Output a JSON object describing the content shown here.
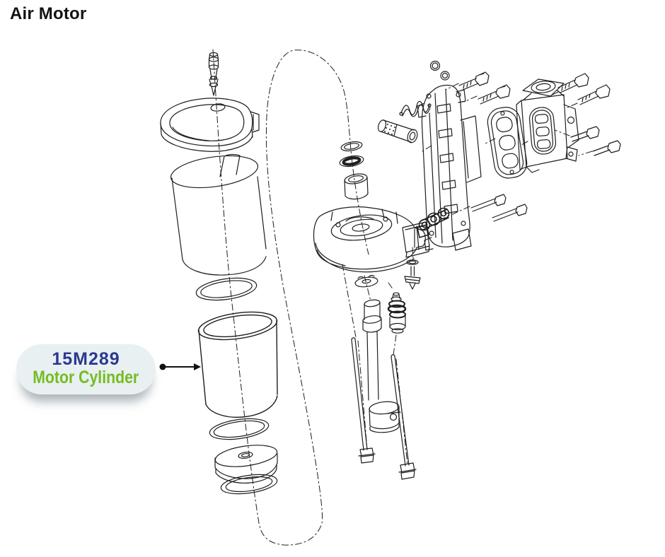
{
  "page": {
    "title": "Air Motor",
    "background_color": "#ffffff",
    "text_color": "#121212"
  },
  "callout": {
    "part_number": "15M289",
    "part_name": "Motor Cylinder",
    "part_number_color": "#2b3990",
    "part_name_color": "#76bc21",
    "bubble_color": "#e8f0f2",
    "arrow_color": "#111111"
  },
  "diagram": {
    "line_color": "#1e1e1e"
  }
}
